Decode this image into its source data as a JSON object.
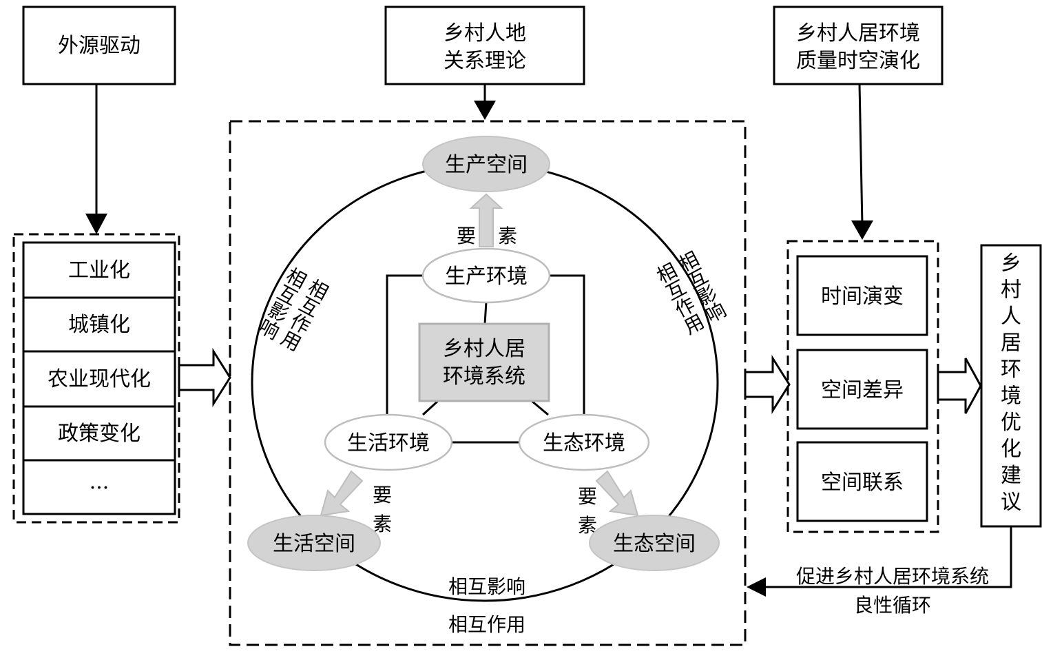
{
  "boxes": {
    "external_drivers": "外源驱动",
    "theory_line1": "乡村人地",
    "theory_line2": "关系理论",
    "evolution_line1": "乡村人居环境",
    "evolution_line2": "质量时空演化",
    "suggestion_vertical": "乡村人居环境优化建议"
  },
  "drivers": [
    "工业化",
    "城镇化",
    "农业现代化",
    "政策变化",
    "···"
  ],
  "center": {
    "system_line1": "乡村人居",
    "system_line2": "环境系统",
    "production_env": "生产环境",
    "living_env": "生活环境",
    "ecological_env": "生态环境",
    "production_space": "生产空间",
    "living_space": "生活空间",
    "ecological_space": "生态空间",
    "element_char1": "要",
    "element_char2": "素"
  },
  "interaction": {
    "left_col1": "相互影响",
    "left_col2": "相互作用",
    "right_col1": "相互影响",
    "right_col2": "相互作用",
    "bottom_line1": "相互影响",
    "bottom_line2": "相互作用"
  },
  "evolution_items": [
    "时间演变",
    "空间差异",
    "空间联系"
  ],
  "feedback": {
    "line1": "促进乡村人居环境系统",
    "line2": "良性循环"
  }
}
